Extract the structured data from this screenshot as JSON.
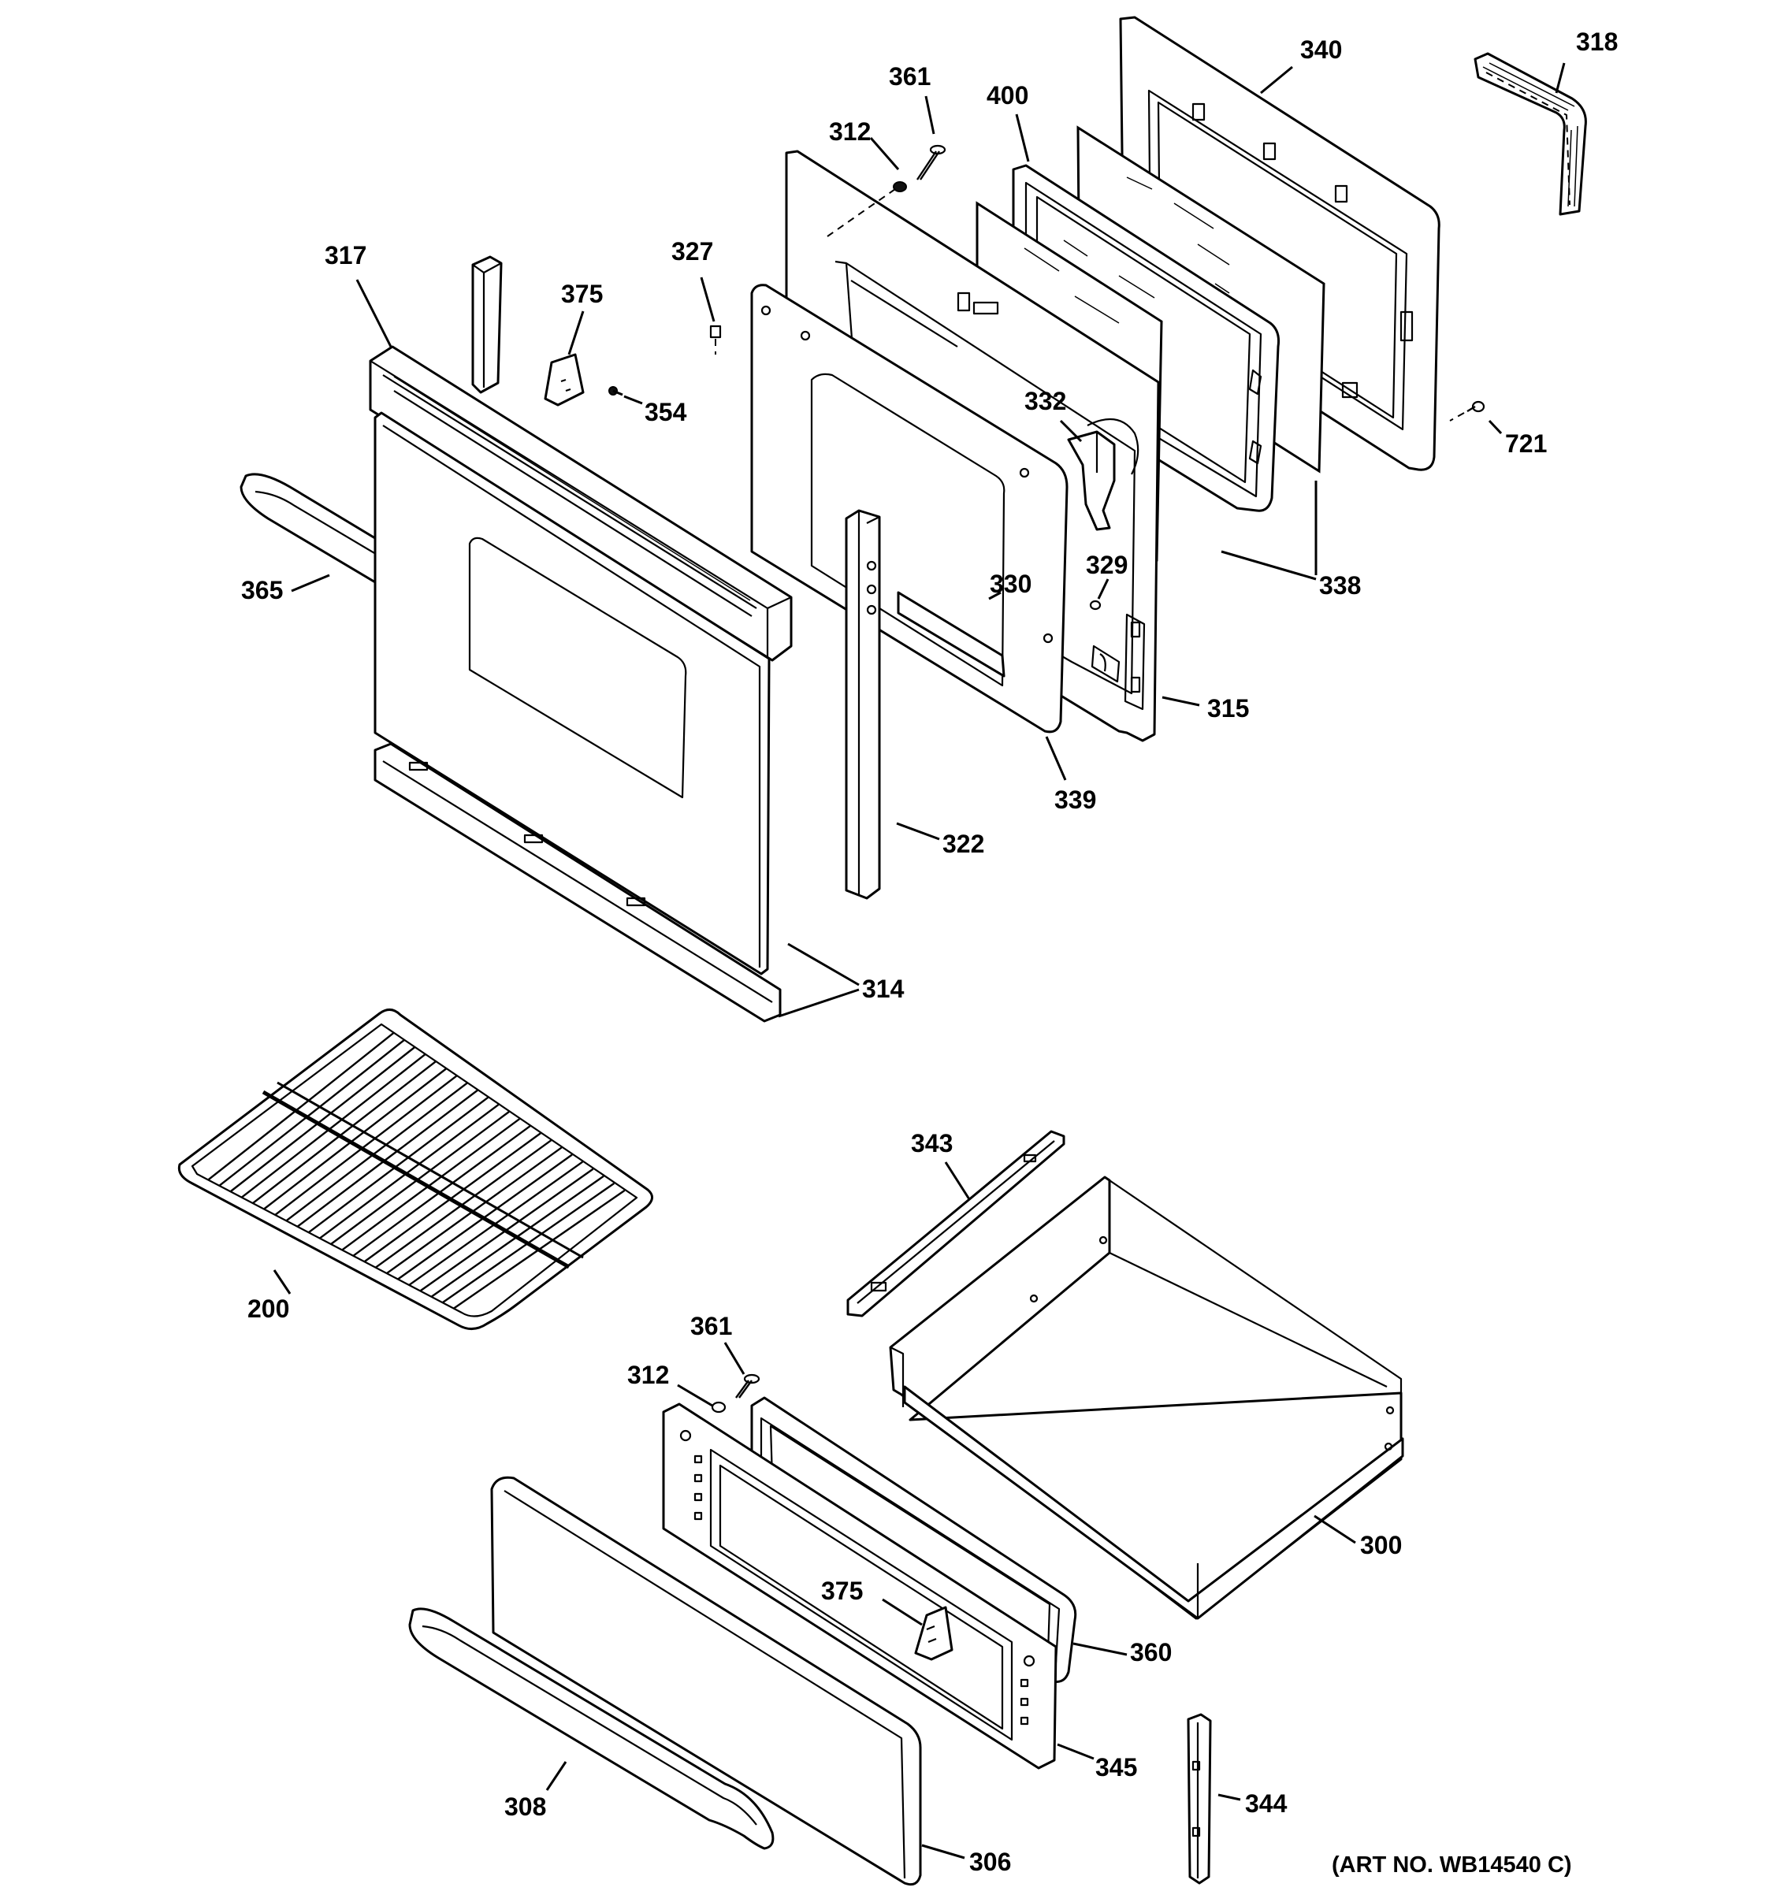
{
  "diagram": {
    "parts": [
      {
        "id": "318",
        "label": "318"
      },
      {
        "id": "340",
        "label": "340"
      },
      {
        "id": "400",
        "label": "400"
      },
      {
        "id": "361-top",
        "label": "361"
      },
      {
        "id": "312-top",
        "label": "312"
      },
      {
        "id": "317",
        "label": "317"
      },
      {
        "id": "375-top",
        "label": "375"
      },
      {
        "id": "327",
        "label": "327"
      },
      {
        "id": "354",
        "label": "354"
      },
      {
        "id": "332",
        "label": "332"
      },
      {
        "id": "721",
        "label": "721"
      },
      {
        "id": "365",
        "label": "365"
      },
      {
        "id": "330",
        "label": "330"
      },
      {
        "id": "329",
        "label": "329"
      },
      {
        "id": "338",
        "label": "338"
      },
      {
        "id": "315",
        "label": "315"
      },
      {
        "id": "339",
        "label": "339"
      },
      {
        "id": "322",
        "label": "322"
      },
      {
        "id": "314",
        "label": "314"
      },
      {
        "id": "343",
        "label": "343"
      },
      {
        "id": "200",
        "label": "200"
      },
      {
        "id": "361-bottom",
        "label": "361"
      },
      {
        "id": "312-bottom",
        "label": "312"
      },
      {
        "id": "300",
        "label": "300"
      },
      {
        "id": "375-bottom",
        "label": "375"
      },
      {
        "id": "360",
        "label": "360"
      },
      {
        "id": "345",
        "label": "345"
      },
      {
        "id": "308",
        "label": "308"
      },
      {
        "id": "344",
        "label": "344"
      },
      {
        "id": "306",
        "label": "306"
      }
    ],
    "art_number": "(ART NO. WB14540 C)"
  }
}
